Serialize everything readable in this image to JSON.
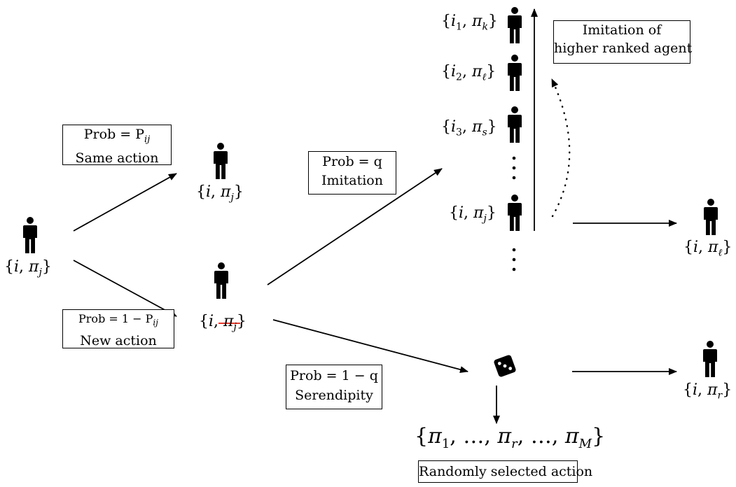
{
  "boxes": {
    "same": {
      "prob": "Prob = P",
      "prob_sub": "ij",
      "label": "Same action"
    },
    "new": {
      "prob": "Prob = 1 − P",
      "prob_sub": "ij",
      "label": "New action"
    },
    "imitation": {
      "prob": "Prob = q",
      "label": "Imitation"
    },
    "serendipity": {
      "prob": "Prob = 1 − q",
      "label": "Serendipity"
    },
    "higher": {
      "line1": "Imitation of",
      "line2": "higher ranked agent"
    },
    "random": {
      "label": "Randomly selected action"
    }
  },
  "labels": {
    "start": {
      "agent": "i",
      "action": "π",
      "sub": "j"
    },
    "same": {
      "agent": "i",
      "action": "π",
      "sub": "j"
    },
    "new": {
      "agent": "i",
      "action": "π",
      "sub": "j"
    },
    "imitated": {
      "agent": "i",
      "action": "π",
      "sub": "ℓ"
    },
    "random_result": {
      "agent": "i",
      "action": "π",
      "sub": "r"
    },
    "rank1": {
      "agent": "i",
      "agent_sub": "1",
      "action": "π",
      "sub": "k"
    },
    "rank2": {
      "agent": "i",
      "agent_sub": "2",
      "action": "π",
      "sub": "ℓ"
    },
    "rank3": {
      "agent": "i",
      "agent_sub": "3",
      "action": "π",
      "sub": "s"
    },
    "rank_j": {
      "agent": "i",
      "action": "π",
      "sub": "j"
    }
  },
  "action_set": {
    "items": [
      "π",
      "π",
      "π"
    ],
    "subs": [
      "1",
      "r",
      "M"
    ],
    "dots": "…"
  },
  "colors": {
    "strike": "#e8382a",
    "ink": "#000000"
  },
  "icons": [
    "person-icon",
    "die-icon"
  ]
}
